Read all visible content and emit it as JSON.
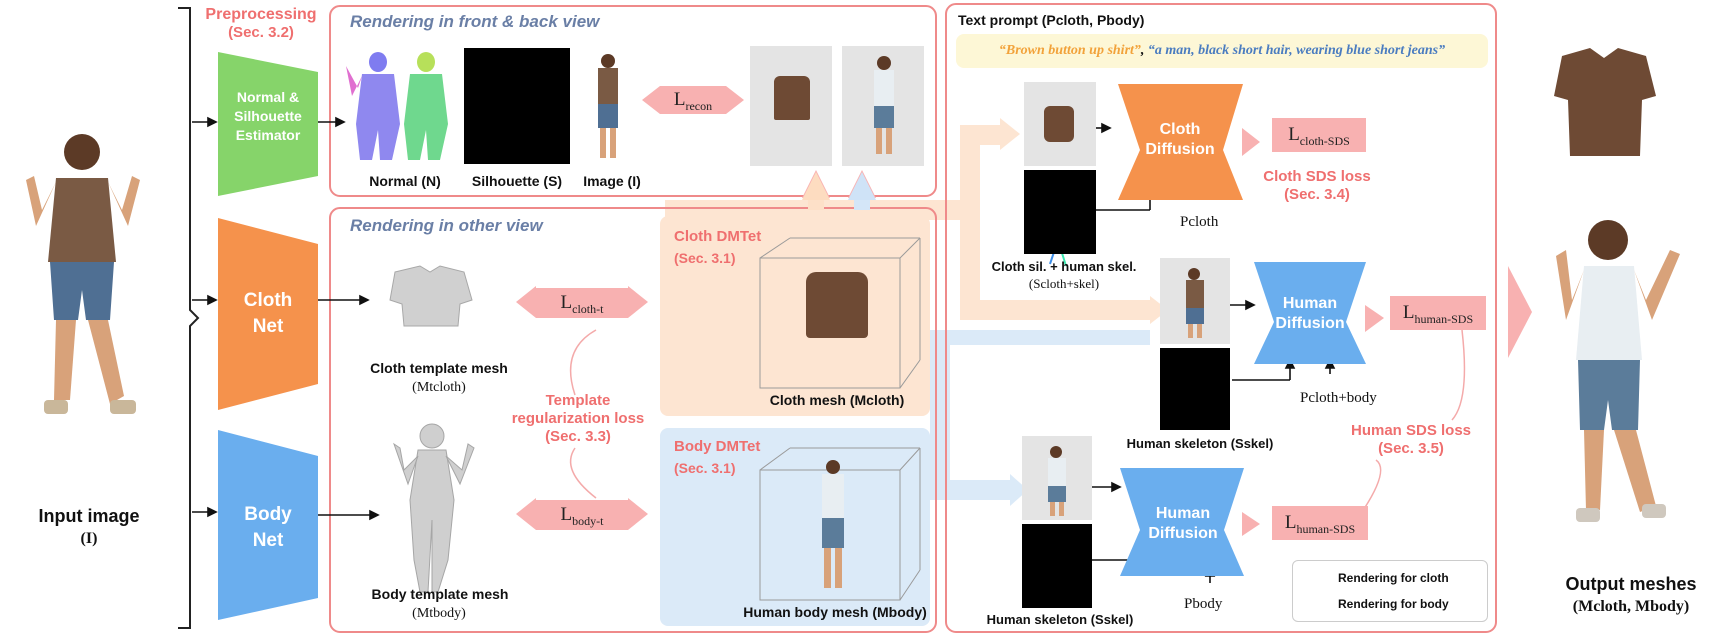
{
  "input": {
    "title": "Input image",
    "symbol": "(I)"
  },
  "output": {
    "title": "Output meshes",
    "symbol": "(Mcloth, Mbody)"
  },
  "preprocessing": {
    "title": "Preprocessing",
    "sec": "(Sec. 3.2)"
  },
  "networks": {
    "estimator": "Normal & Silhouette Estimator",
    "cloth_net_1": "Cloth",
    "cloth_net_2": "Net",
    "body_net_1": "Body",
    "body_net_2": "Net",
    "estimator_color": "#86d46a",
    "cloth_color": "#f5924c",
    "body_color": "#6aaeee"
  },
  "front_back": {
    "title": "Rendering in front & back view",
    "normal_label": "Normal (N)",
    "silhouette_label": "Silhouette (S)",
    "image_label": "Image (I)",
    "recon_loss": "L",
    "recon_sub": "recon"
  },
  "other_view": {
    "title": "Rendering in other view",
    "cloth_template": "Cloth template mesh",
    "cloth_template_sym": "(Mtcloth)",
    "body_template": "Body template mesh",
    "body_template_sym": "(Mtbody)",
    "cloth_t_loss": "L",
    "cloth_t_sub": "cloth-t",
    "body_t_loss": "L",
    "body_t_sub": "body-t",
    "template_reg_1": "Template",
    "template_reg_2": "regularization loss",
    "template_reg_3": "(Sec. 3.3)"
  },
  "dmtet": {
    "cloth_title": "Cloth DMTet",
    "cloth_sec": "(Sec. 3.1)",
    "cloth_mesh": "Cloth mesh (Mcloth)",
    "body_title": "Body DMTet",
    "body_sec": "(Sec. 3.1)",
    "body_mesh": "Human body mesh (Mbody)"
  },
  "text_prompt": {
    "title": "Text prompt (Pcloth, Pbody)",
    "cloth_prompt": "“Brown button up shirt”",
    "body_prompt": "“a man, black short hair, wearing blue short jeans”",
    "cloth_prompt_color": "#f2a23a",
    "body_prompt_color": "#4a7cc0"
  },
  "diffusion": {
    "cloth": "Cloth Diffusion",
    "human_1": "Human Diffusion",
    "human_2": "Human Diffusion",
    "p_cloth": "Pcloth",
    "p_cloth_body": "Pcloth+body",
    "p_body": "Pbody",
    "cloth_sds": "L",
    "cloth_sds_sub": "cloth-SDS",
    "human_sds_1": "L",
    "human_sds_1_sub": "human-SDS",
    "human_sds_2": "L",
    "human_sds_2_sub": "human-SDS",
    "cloth_sds_loss": "Cloth SDS loss",
    "cloth_sds_sec": "(Sec. 3.4)",
    "human_sds_loss": "Human SDS loss",
    "human_sds_sec": "(Sec. 3.5)",
    "cloth_skel_label": "Cloth sil. + human skel.",
    "cloth_skel_sym": "(Scloth+skel)",
    "human_skel_label_1": "Human skeleton (Sskel)",
    "human_skel_label_2": "Human skeleton (Sskel)"
  },
  "legend": {
    "cloth": "Rendering for cloth",
    "body": "Rendering for body",
    "cloth_color": "#fde0c8",
    "body_color": "#d4e6f8"
  }
}
